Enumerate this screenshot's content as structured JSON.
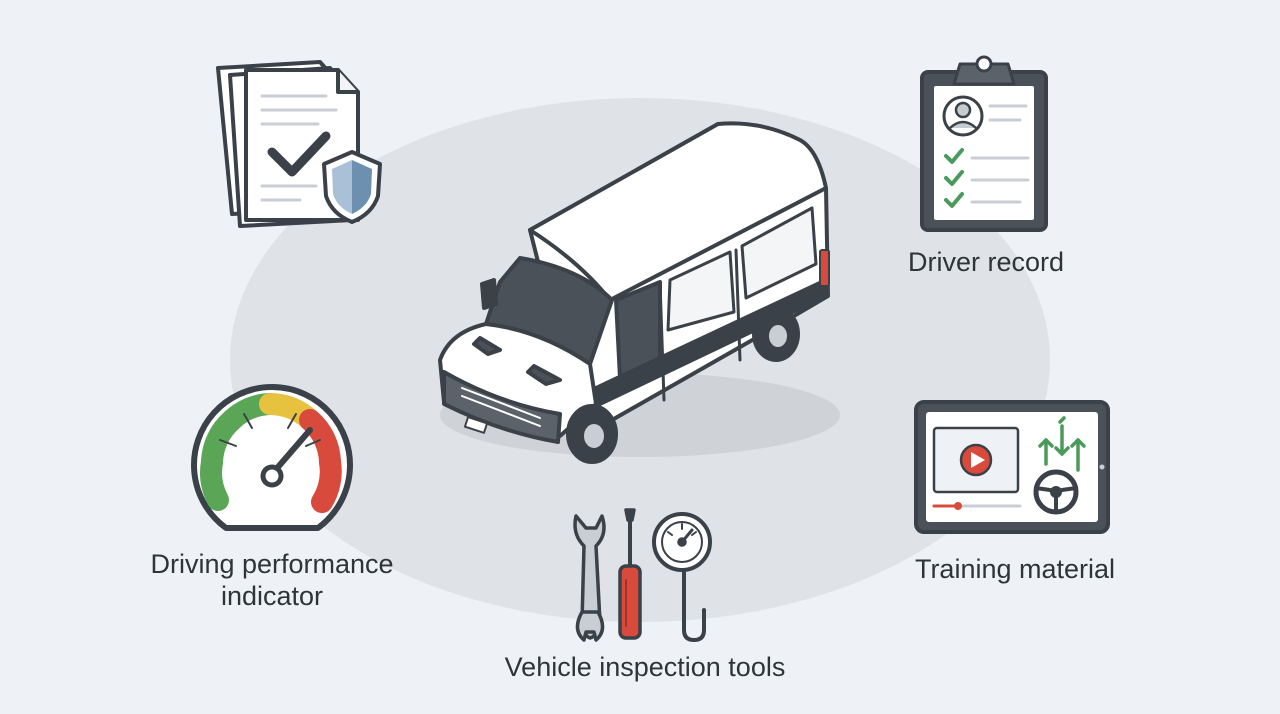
{
  "labels": {
    "driver_record": "Driver record",
    "training_material": "Training material",
    "driving_performance": "Driving performance indicator",
    "inspection_tools": "Vehicle inspection tools"
  },
  "icons": {
    "center": "van-icon",
    "top_left": "insurance-document-icon",
    "top_right": "clipboard-icon",
    "bottom_left": "gauge-icon",
    "bottom_center": "tools-icon",
    "bottom_right": "tablet-training-icon"
  },
  "colors": {
    "background": "#eef2f6",
    "outline": "#3b4148",
    "ellipse": "#dfe2e6",
    "check_green": "#4a9a5b",
    "shield_blue": "#6d8fb0",
    "red": "#d84a3c",
    "yellow": "#e7c23f",
    "green": "#5aa656"
  }
}
